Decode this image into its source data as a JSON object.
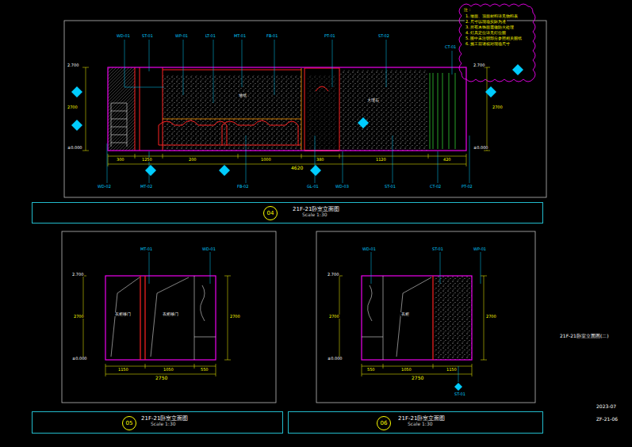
{
  "diagram": {
    "nodes": [
      {
        "text": [
          "21F-21卧室立面图",
          "Scale 1:30"
        ]
      },
      {
        "text": [
          "04"
        ],
        "in": 0
      },
      {
        "text": [
          "21F-21卧室立面图",
          "Scale 1:30"
        ]
      },
      {
        "text": [
          "05"
        ],
        "in": 2
      },
      {
        "text": [
          "21F-21卧室立面图",
          "Scale 1:30"
        ]
      },
      {
        "text": [
          "06"
        ],
        "in": 4
      }
    ],
    "labels": [
      "注：",
      "1. 墙面、顶面材料详见物料表",
      "2. 尺寸以现场实际为准",
      "3. 所有木饰面需做防火处理",
      "4. 灯具定位详见灯位图",
      "5. 图中未注明部分参照相关图纸",
      "6. 施工前请核对现场尺寸",
      "WD-01",
      "ST-01",
      "WP-01",
      "LT-01",
      "MT-01",
      "FB-01",
      "PT-01",
      "ST-02",
      "CT-01",
      "WD-02",
      "MT-02",
      "FB-02",
      "GL-01",
      "WD-03",
      "ST-01",
      "CT-02",
      "PT-02",
      "300",
      "1250",
      "200",
      "1000",
      "380",
      "1120",
      "420",
      "4620",
      "2700",
      "2700",
      "±0.000",
      "±0.000",
      "2.700",
      "2.700",
      "墙纸",
      "大理石",
      "MT-01",
      "WD-01",
      "衣柜移门",
      "衣柜移门",
      "1150",
      "1050",
      "550",
      "2750",
      "2700",
      "2700",
      "±0.000",
      "2.700",
      "WD-01",
      "ST-01",
      "WP-01",
      "衣柜",
      "550",
      "1050",
      "1150",
      "2750",
      "2700",
      "2700",
      "±0.000",
      "2.700",
      "ST-01",
      "21F-21卧室立面图(二)",
      "2023-07",
      "ZF-21-06"
    ]
  }
}
